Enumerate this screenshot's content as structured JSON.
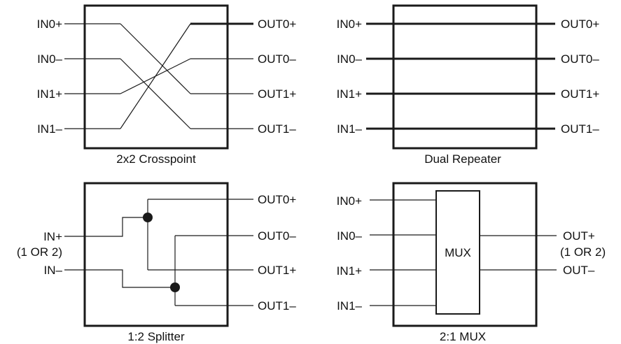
{
  "crosspoint": {
    "caption": "2x2 Crosspoint",
    "inputs": [
      "IN0+",
      "IN0–",
      "IN1+",
      "IN1–"
    ],
    "outputs": [
      "OUT0+",
      "OUT0–",
      "OUT1+",
      "OUT1–"
    ]
  },
  "repeater": {
    "caption": "Dual Repeater",
    "inputs": [
      "IN0+",
      "IN0–",
      "IN1+",
      "IN1–"
    ],
    "outputs": [
      "OUT0+",
      "OUT0–",
      "OUT1+",
      "OUT1–"
    ]
  },
  "splitter": {
    "caption": "1:2 Splitter",
    "inputs": [
      "IN+",
      "(1 OR 2)",
      "IN–"
    ],
    "outputs": [
      "OUT0+",
      "OUT0–",
      "OUT1+",
      "OUT1–"
    ]
  },
  "mux": {
    "caption": "2:1 MUX",
    "block_label": "MUX",
    "inputs": [
      "IN0+",
      "IN0–",
      "IN1+",
      "IN1–"
    ],
    "outputs": [
      "OUT+",
      "(1 OR 2)",
      "OUT–"
    ]
  }
}
